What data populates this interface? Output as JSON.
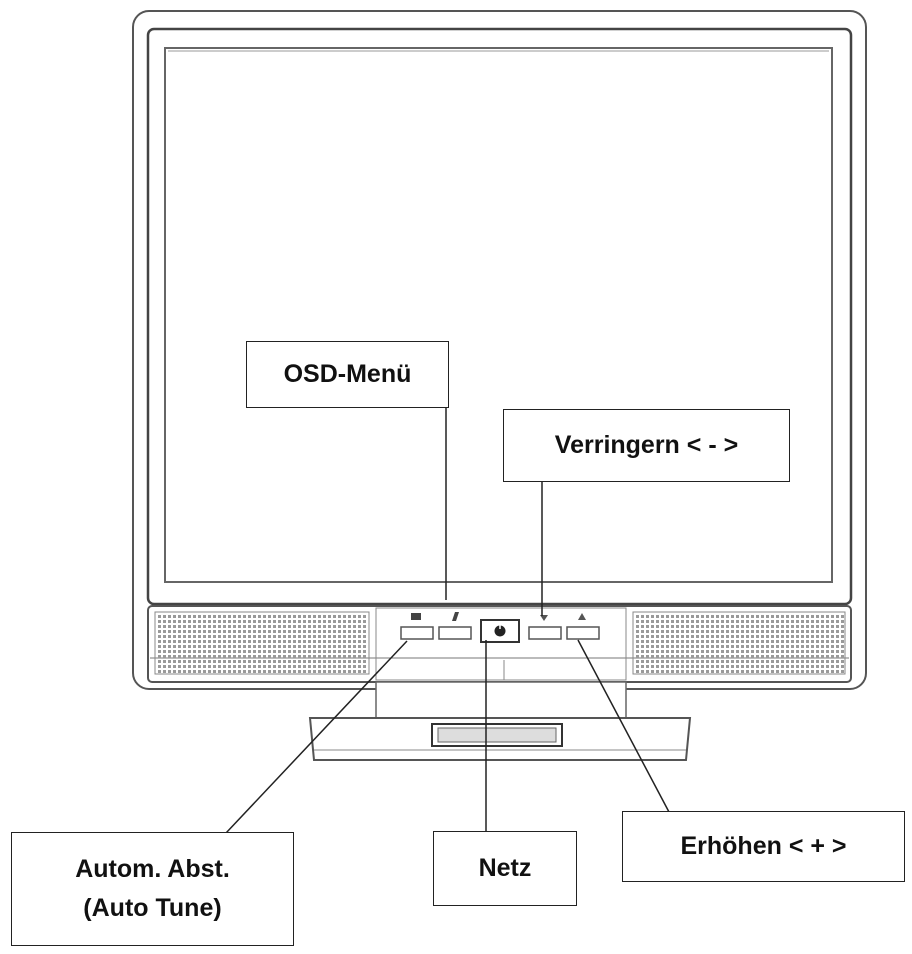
{
  "labels": {
    "osd_menu": "OSD-Menü",
    "decrease": "Verringern < - >",
    "auto_adjust_line1": "Autom. Abst.",
    "auto_adjust_line2": "(Auto Tune)",
    "power": "Netz",
    "increase": "Erhöhen < + >"
  },
  "colors": {
    "line": "#222222",
    "bezel_fill": "#ffffff",
    "bezel_stroke": "#555555",
    "grille": "#9a9a9a"
  },
  "icons": [
    "menu-icon",
    "auto-tune-icon",
    "power-icon",
    "down-arrow-icon",
    "up-arrow-icon"
  ]
}
